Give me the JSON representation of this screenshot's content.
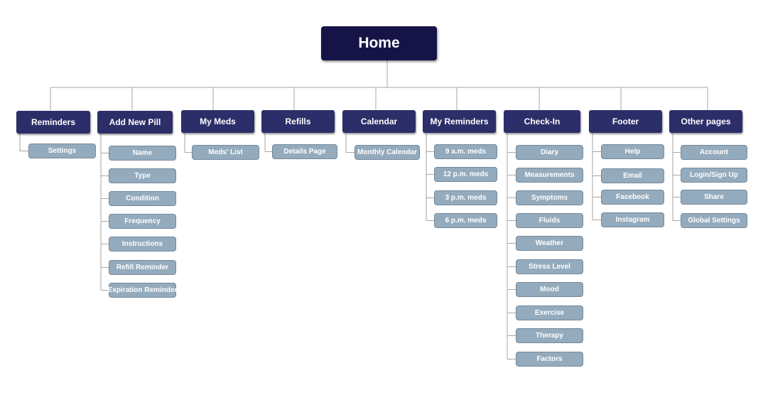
{
  "colors": {
    "root": "#161446",
    "section": "#2c2e69",
    "page": "#94abbd",
    "connector": "#a6a6a6"
  },
  "root": {
    "label": "Home"
  },
  "sections": [
    {
      "label": "Reminders",
      "pages": [
        "Settings"
      ]
    },
    {
      "label": "Add New Pill",
      "pages": [
        "Name",
        "Type",
        "Condition",
        "Frequency",
        "Instructions",
        "Refill Reminder",
        "Expiration Reminder"
      ]
    },
    {
      "label": "My Meds",
      "pages": [
        "Meds' List"
      ]
    },
    {
      "label": "Refills",
      "pages": [
        "Details Page"
      ]
    },
    {
      "label": "Calendar",
      "pages": [
        "Monthly Calendar"
      ]
    },
    {
      "label": "My Reminders",
      "pages": [
        "9 a.m. meds",
        "12 p.m. meds",
        "3 p.m. meds",
        "6 p.m. meds"
      ]
    },
    {
      "label": "Check-In",
      "pages": [
        "Diary",
        "Measurements",
        "Symptoms",
        "Fluids",
        "Weather",
        "Stress Level",
        "Mood",
        "Exercise",
        "Therapy",
        "Factors"
      ]
    },
    {
      "label": "Footer",
      "pages": [
        "Help",
        "Email",
        "Facebook",
        "Instagram"
      ]
    },
    {
      "label": "Other pages",
      "pages": [
        "Account",
        "Login/Sign Up",
        "Share",
        "Global Settings"
      ]
    }
  ]
}
